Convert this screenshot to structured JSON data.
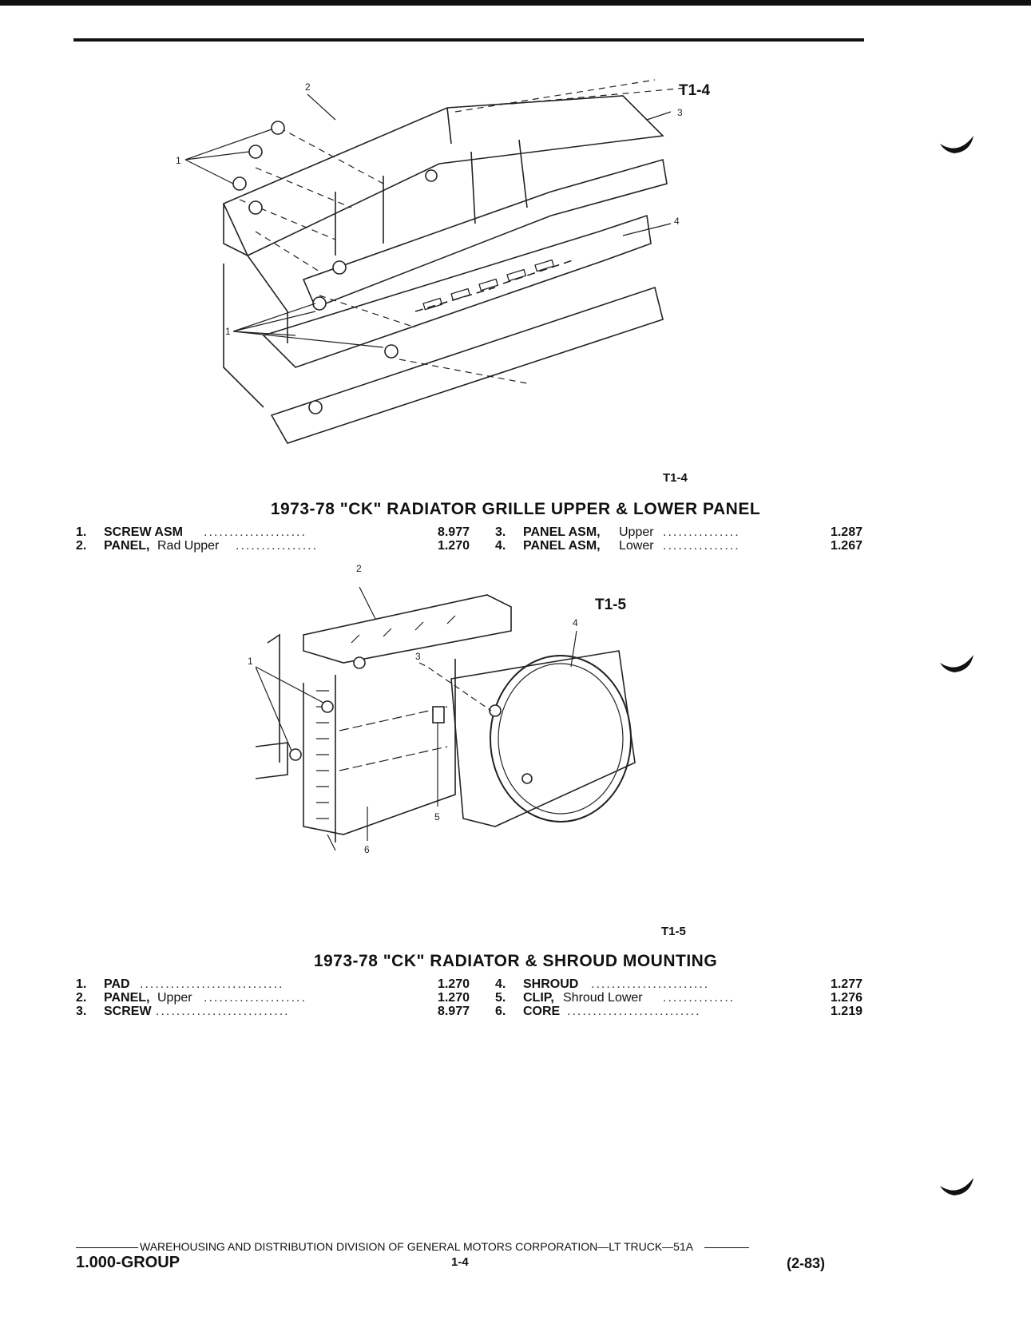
{
  "figure1": {
    "label_top": "T1-4",
    "label_bottom": "T1-4",
    "callouts": [
      "1",
      "2",
      "3",
      "4",
      "1"
    ]
  },
  "section1": {
    "title": "1973-78 \"CK\" RADIATOR GRILLE UPPER & LOWER PANEL",
    "left": [
      {
        "num": "1.",
        "name": "SCREW ASM",
        "sub": "",
        "value": "8.977"
      },
      {
        "num": "2.",
        "name": "PANEL,",
        "sub": "Rad Upper",
        "value": "1.270"
      }
    ],
    "right": [
      {
        "num": "3.",
        "name": "PANEL ASM,",
        "sub": "Upper",
        "value": "1.287"
      },
      {
        "num": "4.",
        "name": "PANEL ASM,",
        "sub": "Lower",
        "value": "1.267"
      }
    ]
  },
  "figure2": {
    "label_top": "T1-5",
    "label_bottom": "T1-5",
    "callouts": [
      "1",
      "2",
      "3",
      "4",
      "5",
      "6"
    ]
  },
  "section2": {
    "title": "1973-78 \"CK\" RADIATOR & SHROUD MOUNTING",
    "left": [
      {
        "num": "1.",
        "name": "PAD",
        "sub": "",
        "value": "1.270"
      },
      {
        "num": "2.",
        "name": "PANEL,",
        "sub": "Upper",
        "value": "1.270"
      },
      {
        "num": "3.",
        "name": "SCREW",
        "sub": "",
        "value": "8.977"
      }
    ],
    "right": [
      {
        "num": "4.",
        "name": "SHROUD",
        "sub": "",
        "value": "1.277"
      },
      {
        "num": "5.",
        "name": "CLIP,",
        "sub": "Shroud Lower",
        "value": "1.276"
      },
      {
        "num": "6.",
        "name": "CORE",
        "sub": "",
        "value": "1.219"
      }
    ]
  },
  "footer": {
    "division": "WAREHOUSING AND DISTRIBUTION  DIVISION OF GENERAL MOTORS CORPORATION—LT TRUCK—51A",
    "group": "1.000-GROUP",
    "page": "1-4",
    "date": "(2-83)"
  }
}
